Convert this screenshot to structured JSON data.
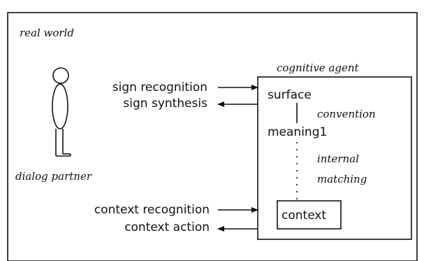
{
  "diagram": {
    "world_label": "real world",
    "agent_label": "cognitive agent",
    "partner_label": "dialog partner",
    "sign_recognition": "sign recognition",
    "sign_synthesis": "sign synthesis",
    "surface": "surface",
    "convention": "convention",
    "meaning": "meaning1",
    "internal": "internal",
    "matching": "matching",
    "context": "context",
    "context_recognition": "context recognition",
    "context_action": "context action"
  },
  "colors": {
    "ink": "#111111",
    "background": "#ffffff"
  }
}
